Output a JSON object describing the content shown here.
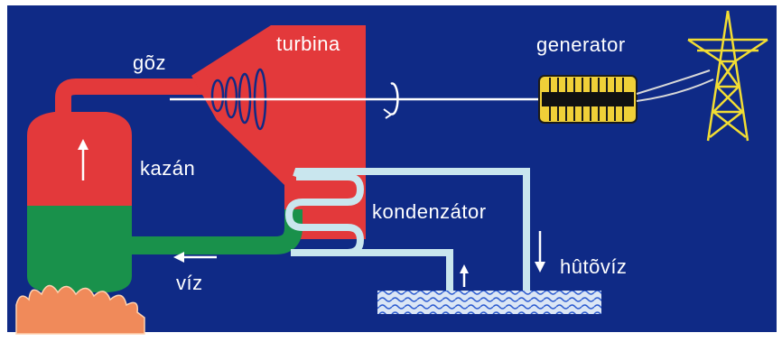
{
  "labels": {
    "steam": "gõz",
    "turbine": "turbina",
    "generator": "generator",
    "boiler": "kazán",
    "condenser": "kondenzátor",
    "water": "víz",
    "cooling_water": "hûtõvíz"
  },
  "colors": {
    "background": "#0f2a86",
    "hot": "#e3393b",
    "water": "#19914b",
    "cooling": "#c9e6ee",
    "fire": "#f08a5a",
    "generator": "#f0d038",
    "pylon": "#f2dd33",
    "line": "#ffffff"
  },
  "icons": [
    "arrow-up-icon",
    "arrow-left-icon",
    "arrow-down-icon",
    "rotation-arrow-icon",
    "flame-icon",
    "power-pylon-icon",
    "wavy-water-icon"
  ]
}
